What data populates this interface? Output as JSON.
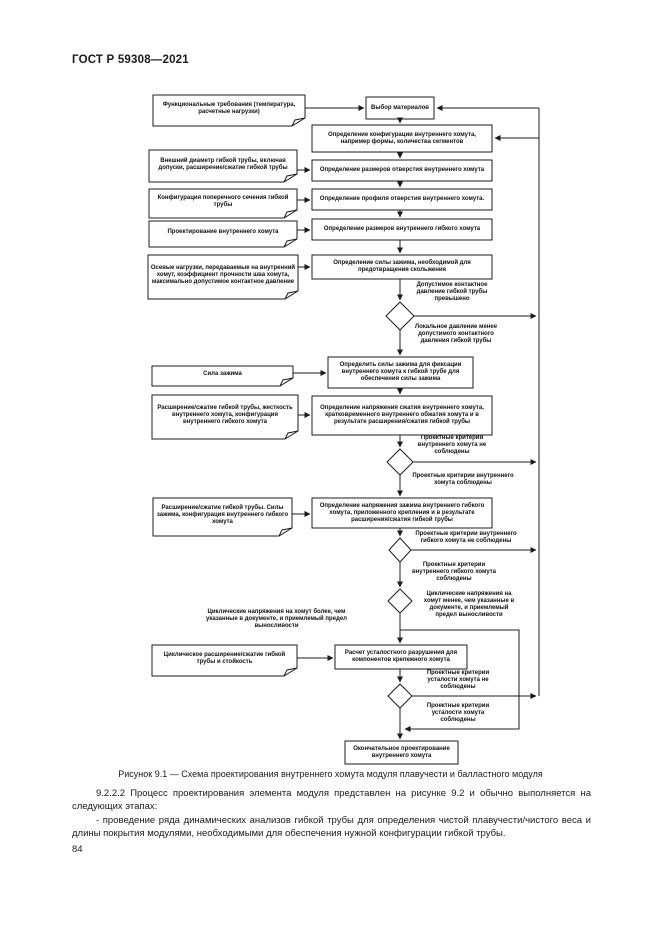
{
  "header": "ГОСТ Р 59308—2021",
  "caption": "Рисунок 9.1 — Схема проектирования внутреннего хомута модуля плавучести и балластного модуля",
  "paragraphs": [
    "9.2.2.2 Процесс проектирования элемента модуля представлен на рисунке 9.2 и обычно выполняется на следующих этапах:",
    "- проведение ряда динамических анализов гибкой трубы для определения чистой плавучести/чистого веса и длины покрытия модулями, необходимыми для обеспечения нужной конфигурации гибкой трубы."
  ],
  "page_number": "84",
  "flowchart": {
    "inputs": {
      "functional_requirements": "Функциональные требования (температура, расчетные нагрузки)",
      "pipe_diameter": "Внешний диаметр гибкой трубы, включая допуски, расширение/сжатие гибкой трубы",
      "pipe_cross_section": "Конфигурация поперечного сечения гибкой трубы",
      "internal_clamp_design": "Проектирование внутреннего хомута",
      "axial_loads": "Осевые нагрузки, передаваемые на внутренний хомут, коэффициент прочности шва хомута, максимально допустимое контактное давление",
      "clamping_force": "Сила зажима",
      "expansion_stiffness": "Расширение/сжатие гибкой трубы, жесткость внутреннего хомута, конфигурация внутреннего гибкого хомута",
      "expansion_forces": "Расширение/сжатие гибкой трубы. Силы зажима, конфигурация внутреннего гибкого хомута",
      "cyclic_expansion": "Циклическое расширение/сжатие гибкой трубы и стойкость"
    },
    "steps": {
      "material_selection": "Выбор материалов",
      "define_configuration": "Определение конфигурации внутреннего хомута, например формы, количества сегментов",
      "define_bore_dimensions": "Определение размеров отверстия внутреннего хомута",
      "define_bore_profile": "Определение профиля отверстия внутреннего хомута.",
      "define_clamp_dimensions": "Определение размеров внутреннего гибкого хомута",
      "define_clamping_force": "Определение силы зажима, необходимой для предотвращения скольжения",
      "define_fixing_forces": "Определить силы зажима для фиксации внутреннего хомута к гибкой трубе для обеспечения силы зажима",
      "define_shortterm_stress": "Определение напряжения сжатия внутреннего хомута, кратковременного внутреннего обжатия хомута и в результате расширения/сжатия гибкой трубы",
      "define_longterm_stress": "Определение напряжения зажима внутреннего гибкого хомута, приложенного крепления и в результате расширения/сжатия гибкой трубы",
      "fatigue_calculation": "Расчет усталостного разрушения для компонентов крепежного хомута",
      "final_design": "Окончательное проектирование внутреннего хомута"
    },
    "branches": {
      "contact_pressure_exceeded": "Допустимое контактное давление гибкой трубы превышено",
      "local_pressure_ok": "Локальное давление менее допустимого контактного давления гибкой трубы",
      "criteria_not_met": "Проектные критерии внутреннего хомута не соблюдены",
      "criteria_met": "Проектные критерии внутреннего хомута соблюдены",
      "flex_criteria_not_met": "Проектные критерии внутреннего гибкого хомута не соблюдены",
      "flex_criteria_met": "Проектные критерии внутреннего гибкого хомута соблюдены",
      "cyclic_greater": "Циклические напряжения на хомут более, чем указанные в документе, и приемлемый предел выносливости",
      "cyclic_less": "Циклические напряжения на хомут менее, чем указанные в документе, и приемлемый предел выносливости",
      "fatigue_not_met": "Проектные критерии усталости хомута не соблюдены",
      "fatigue_met": "Проектные критерии усталости хомута соблюдены"
    }
  }
}
